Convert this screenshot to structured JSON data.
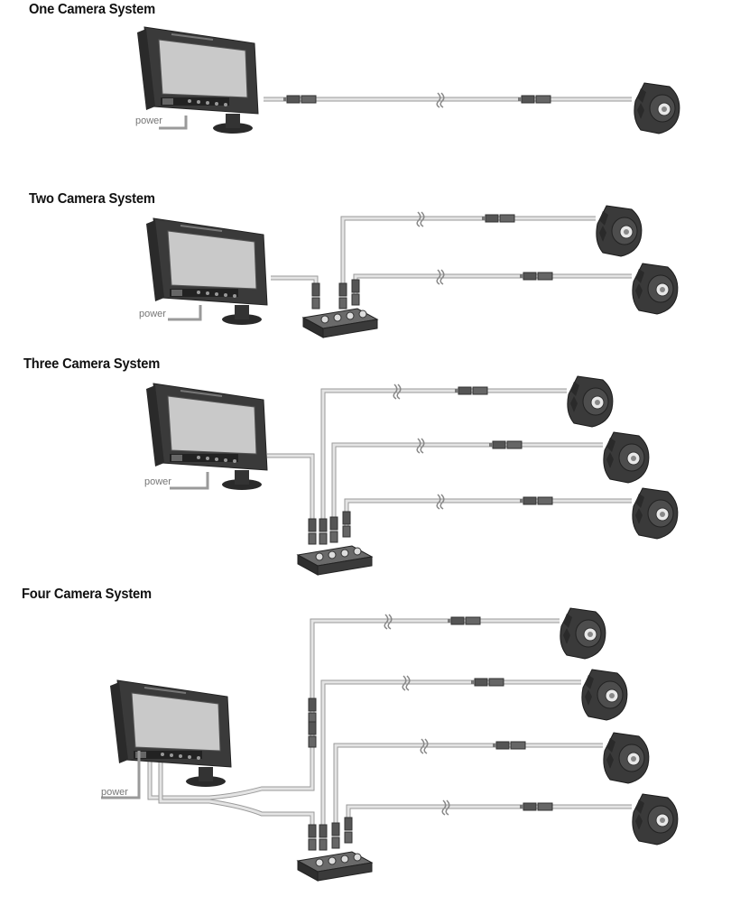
{
  "sections": [
    {
      "title": "One Camera System",
      "power_label": "power"
    },
    {
      "title": "Two Camera System",
      "power_label": "power"
    },
    {
      "title": "Three Camera System",
      "power_label": "power"
    },
    {
      "title": "Four Camera System",
      "power_label": "power"
    }
  ],
  "colors": {
    "cable": "#cfcfcf",
    "cable_outline": "#9a9a9a",
    "device_dark": "#3a3a3a",
    "screen": "#c9c9c9",
    "title_text": "#111111",
    "label_text": "#777777"
  },
  "icons": [
    "monitor-icon",
    "camera-icon",
    "connector-icon",
    "junction-box-icon",
    "cable-break-icon"
  ]
}
